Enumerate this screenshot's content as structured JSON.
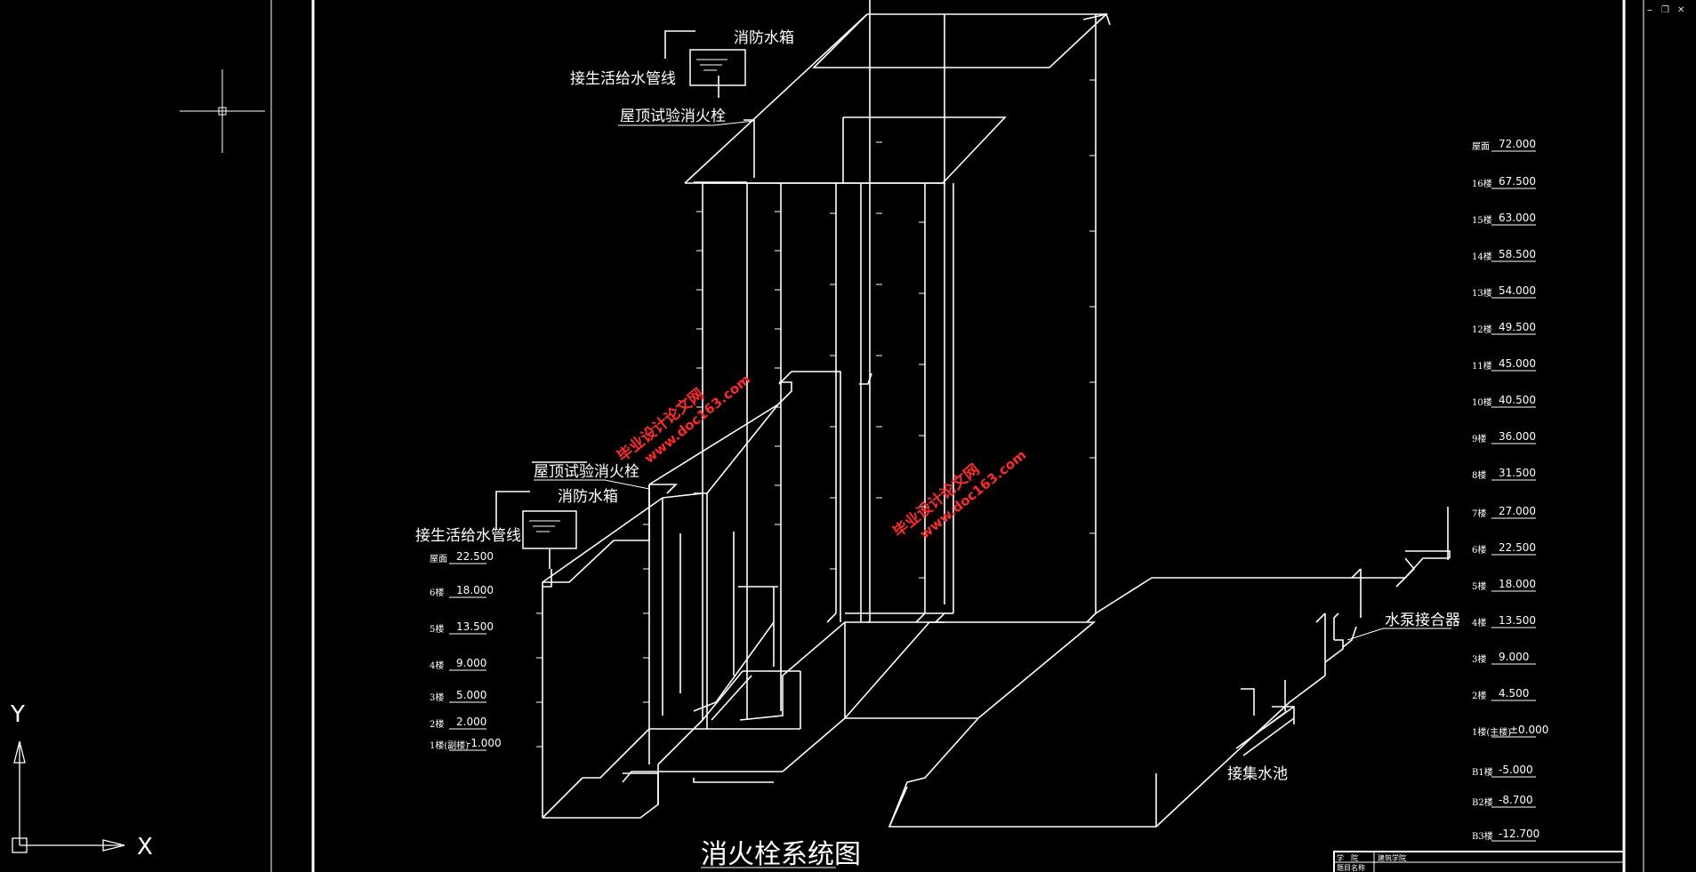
{
  "window": {
    "minimize_symbol": "–",
    "restore_symbol": "❐",
    "close_symbol": "✕"
  },
  "ucs": {
    "y_label": "Y",
    "x_label": "X"
  },
  "title": "消火栓系统图",
  "labels": {
    "top_tank": "消防水箱",
    "top_supply": "接生活给水管线",
    "top_test": "屋顶试验消火栓",
    "low_test": "屋顶试验消火栓",
    "low_tank": "消防水箱",
    "low_supply": "接生活给水管线",
    "pump_adapter": "水泵接合器",
    "pool": "接集水池"
  },
  "watermarks": [
    {
      "cn": "毕业设计论文网",
      "url": "www.doc163.com"
    },
    {
      "cn": "毕业设计论文网",
      "url": "www.doc163.com"
    }
  ],
  "right_levels": [
    {
      "floor": "屋面",
      "elev": "72.000"
    },
    {
      "floor": "16楼",
      "elev": "67.500"
    },
    {
      "floor": "15楼",
      "elev": "63.000"
    },
    {
      "floor": "14楼",
      "elev": "58.500"
    },
    {
      "floor": "13楼",
      "elev": "54.000"
    },
    {
      "floor": "12楼",
      "elev": "49.500"
    },
    {
      "floor": "11楼",
      "elev": "45.000"
    },
    {
      "floor": "10楼",
      "elev": "40.500"
    },
    {
      "floor": "9楼",
      "elev": "36.000"
    },
    {
      "floor": "8楼",
      "elev": "31.500"
    },
    {
      "floor": "7楼",
      "elev": "27.000"
    },
    {
      "floor": "6楼",
      "elev": "22.500"
    },
    {
      "floor": "5楼",
      "elev": "18.000"
    },
    {
      "floor": "4楼",
      "elev": "13.500"
    },
    {
      "floor": "3楼",
      "elev": "9.000"
    },
    {
      "floor": "2楼",
      "elev": "4.500"
    },
    {
      "floor": "1楼(主楼)",
      "elev": "±0.000"
    },
    {
      "floor": "B1楼",
      "elev": "-5.000"
    },
    {
      "floor": "B2楼",
      "elev": "-8.700"
    },
    {
      "floor": "B3楼",
      "elev": "-12.700"
    }
  ],
  "left_levels": [
    {
      "floor": "屋面",
      "elev": "22.500"
    },
    {
      "floor": "6楼",
      "elev": "18.000"
    },
    {
      "floor": "5楼",
      "elev": "13.500"
    },
    {
      "floor": "4楼",
      "elev": "9.000"
    },
    {
      "floor": "3楼",
      "elev": "5.000"
    },
    {
      "floor": "2楼",
      "elev": "2.000"
    },
    {
      "floor": "1楼(副楼)",
      "elev": "-1.000"
    }
  ],
  "title_block": {
    "school_label": "学　院",
    "school": "建筑学院",
    "project_label": "题目名称"
  }
}
